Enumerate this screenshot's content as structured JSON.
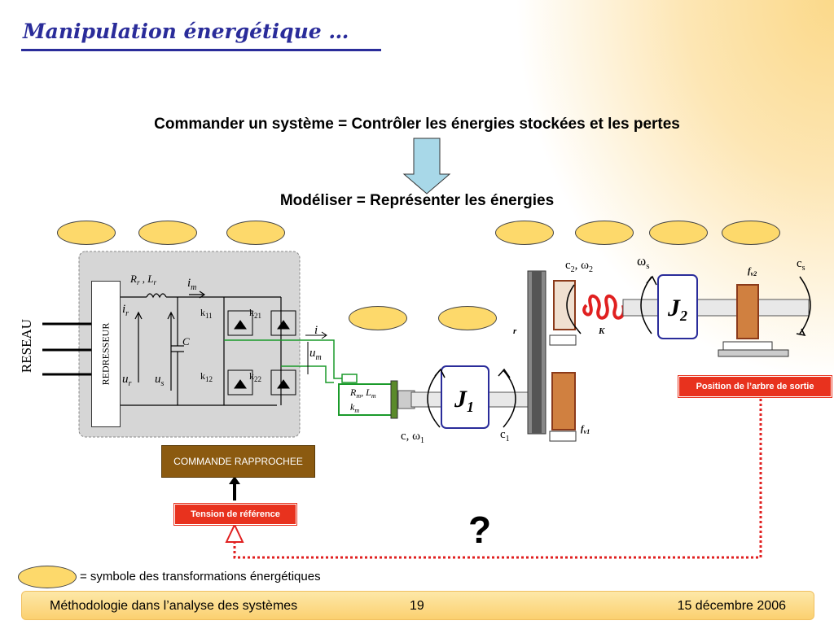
{
  "title": "Manipulation énergétique …",
  "heading1": "Commander un système = Contrôler les énergies stockées et les pertes",
  "heading2": "Modéliser = Représenter les énergies",
  "labels": {
    "reseau": "RESEAU",
    "redresseur": "REDRESSEUR",
    "commande": "COMMANDE RAPPROCHEE",
    "tension_ref": "Tension de référence",
    "position_arbre": "Position de l’arbre de sortie",
    "question": "?"
  },
  "legend": "= symbole des transformations énergétiques",
  "footer": {
    "left": "Méthodologie dans l’analyse des systèmes",
    "page": "19",
    "date": "15 décembre 2006"
  },
  "colors": {
    "title": "#2a2c9a",
    "ellipse_fill": "#fdd96b",
    "red_box": "#e8321e",
    "command_box": "#8b5a10",
    "arrow_fill": "#a8d8e8",
    "green_wire": "#1a9a2a",
    "spring": "#e02020",
    "inertia_border": "#2a2c9a"
  }
}
